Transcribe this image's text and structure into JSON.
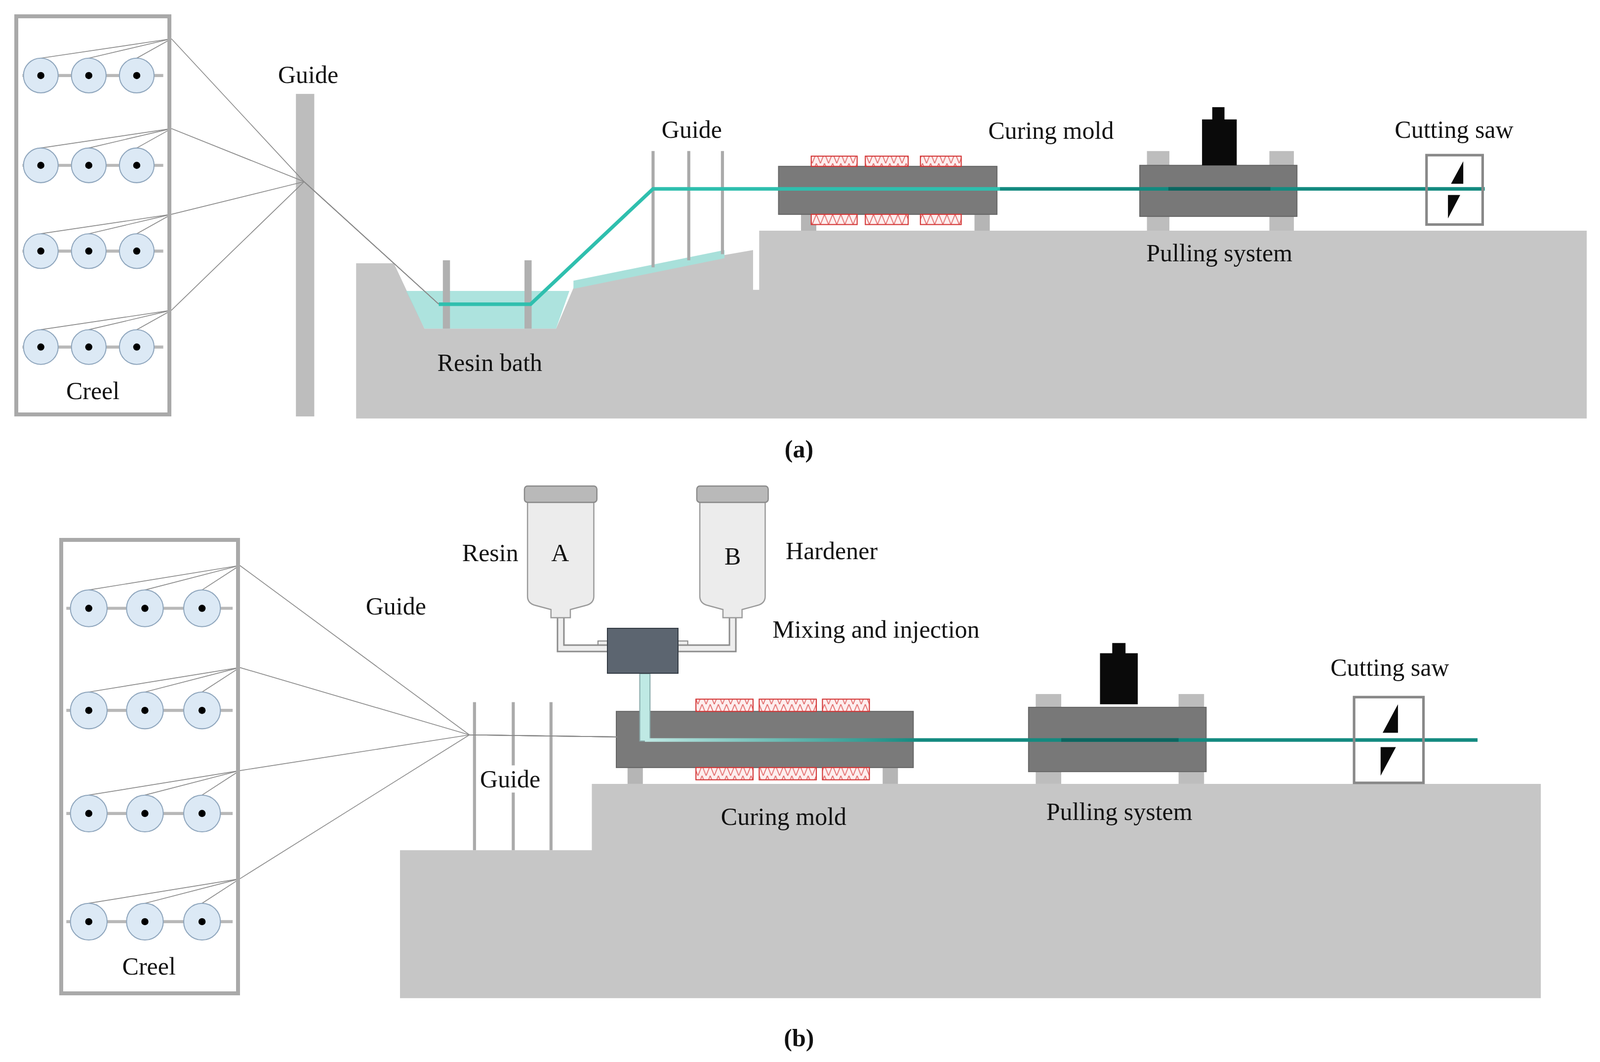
{
  "diagram": {
    "nodes": [
      {
        "text": [
          "Creel"
        ]
      },
      {
        "text": [
          "Creel"
        ]
      },
      {
        "text": [
          "Resin",
          "A"
        ]
      },
      {
        "text": [
          "B",
          "Hardener"
        ]
      },
      {
        "text": [
          "Mixing and injection"
        ]
      }
    ],
    "edges": [
      {
        "from": 2,
        "to": 4,
        "arrow": "none"
      },
      {
        "from": 3,
        "to": 4,
        "arrow": "none"
      }
    ],
    "labels": [
      "Guide",
      "Guide",
      "Curing mold",
      "Pulling system",
      "Cutting saw",
      "Resin bath",
      "(a)",
      "Guide",
      "Guide",
      "Curing mold",
      "Pulling system",
      "Cutting saw",
      "(b)"
    ]
  }
}
